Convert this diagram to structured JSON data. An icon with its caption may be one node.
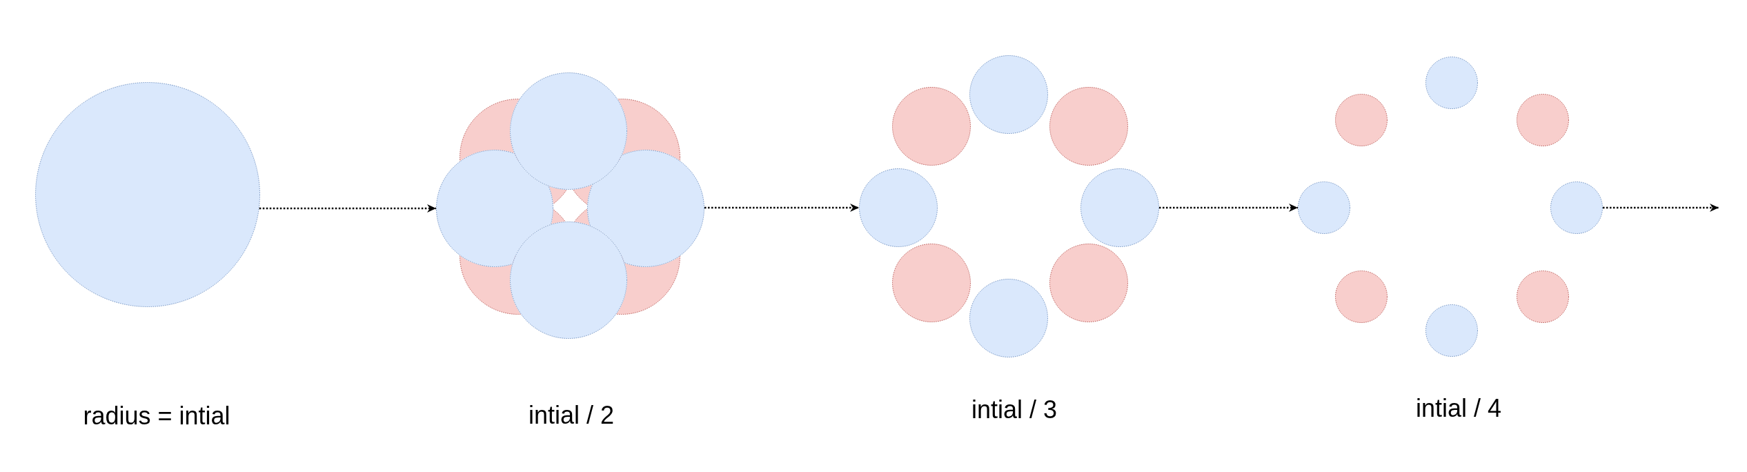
{
  "diagram": {
    "nodes": [
      {
        "text": [],
        "shape": "circle"
      },
      {
        "text": [],
        "shape": "circle"
      },
      {
        "text": [],
        "shape": "circle"
      },
      {
        "text": [],
        "shape": "circle"
      },
      {
        "text": [],
        "shape": "circle"
      },
      {
        "text": [],
        "shape": "circle"
      },
      {
        "text": [],
        "shape": "circle"
      },
      {
        "text": [],
        "shape": "circle"
      },
      {
        "text": [],
        "shape": "circle"
      },
      {
        "text": [],
        "shape": "circle"
      },
      {
        "text": [],
        "shape": "circle"
      },
      {
        "text": [],
        "shape": "circle"
      },
      {
        "text": [],
        "shape": "circle"
      },
      {
        "text": [],
        "shape": "circle"
      },
      {
        "text": [],
        "shape": "circle"
      },
      {
        "text": [],
        "shape": "circle"
      },
      {
        "text": [],
        "shape": "circle"
      },
      {
        "text": [],
        "shape": "circle"
      },
      {
        "text": [],
        "shape": "circle"
      },
      {
        "text": [],
        "shape": "circle"
      },
      {
        "text": [],
        "shape": "circle"
      },
      {
        "text": [],
        "shape": "circle"
      },
      {
        "text": [],
        "shape": "circle"
      },
      {
        "text": [],
        "shape": "circle"
      },
      {
        "text": [],
        "shape": "circle"
      }
    ],
    "edges": [
      {
        "from": 0,
        "to": 4,
        "arrow": "to",
        "style": "dashed"
      },
      {
        "from": 5,
        "to": 12,
        "arrow": "to",
        "style": "dashed"
      },
      {
        "from": 13,
        "to": 20,
        "arrow": "to",
        "style": "dashed"
      },
      {
        "from": 21,
        "to": null,
        "arrow": "to",
        "style": "dashed"
      }
    ],
    "labels": [
      "radius = intial",
      "intial / 2",
      "intial / 3",
      "intial / 4"
    ]
  }
}
